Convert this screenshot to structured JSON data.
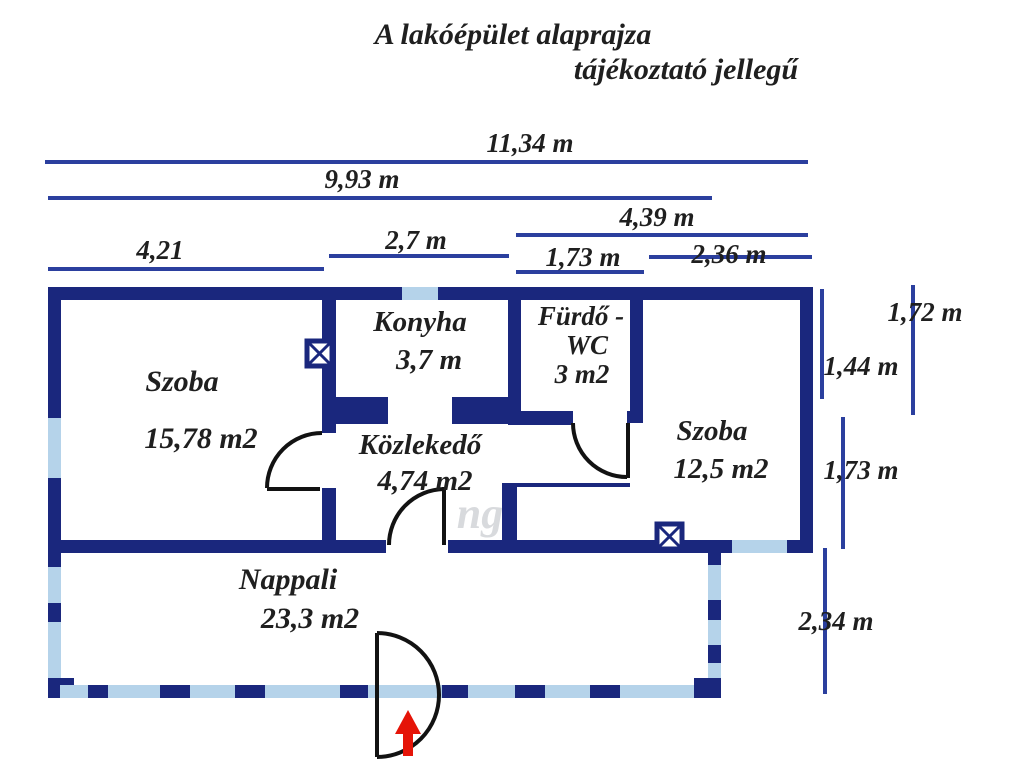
{
  "title": {
    "line1": "A lakóépület alaprajza",
    "line2": "tájékoztató jellegű"
  },
  "dimensions": {
    "top_total": "11,34 m",
    "top_left_span": "9,93 m",
    "top_right_span": "4,39 m",
    "top_kitchen": "2,7 m",
    "top_bath": "1,73 m",
    "top_room_right": "2,36 m",
    "top_room_left": "4,21",
    "right_upper_outer": "1,72 m",
    "right_upper_inner": "1,44 m",
    "right_middle": "1,73 m",
    "right_lower": "2,34 m"
  },
  "rooms": {
    "szoba_left": {
      "name": "Szoba",
      "area": "15,78 m2"
    },
    "konyha": {
      "name": "Konyha",
      "area": "3,7 m"
    },
    "furdo": {
      "name": "Fürdő -",
      "name2": "WC",
      "area": "3 m2"
    },
    "szoba_right": {
      "name": "Szoba",
      "area": "12,5 m2"
    },
    "kozlekedo": {
      "name": "Közlekedő",
      "area": "4,74 m2"
    },
    "nappali": {
      "name": "Nappali",
      "area": "23,3 m2"
    }
  },
  "watermark": "ng",
  "colors": {
    "wall": "#1a277d",
    "window": "#b5d3ea",
    "dimension": "#2b3f9e",
    "door": "#121212",
    "arrow": "#e51408",
    "text": "#1f1f1f"
  }
}
